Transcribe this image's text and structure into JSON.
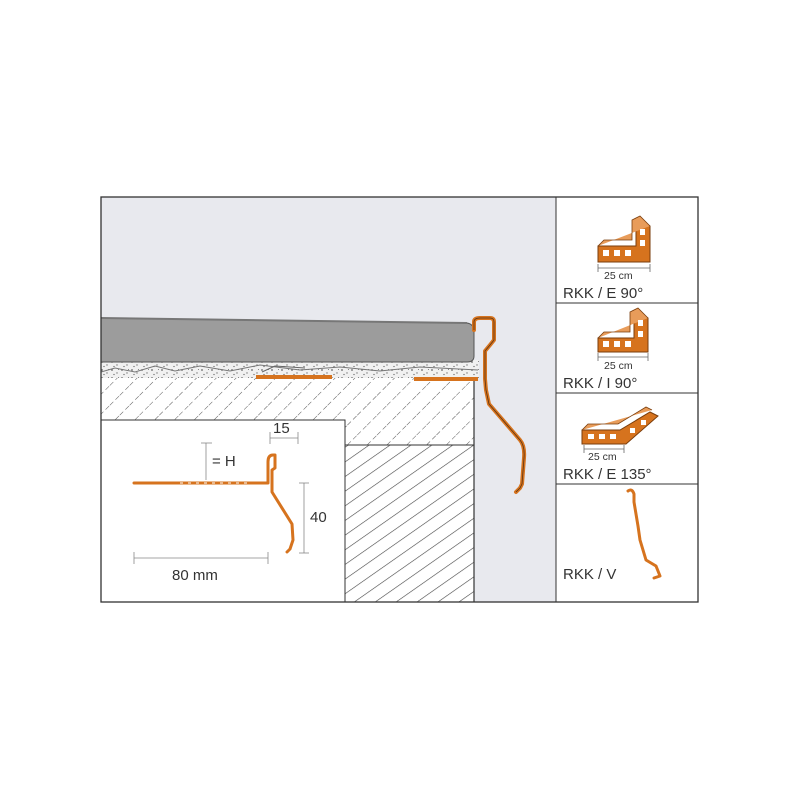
{
  "colors": {
    "background": "#e8e9ee",
    "profile_orange": "#d6731e",
    "tile": "#9c9c9c",
    "frame": "#333333"
  },
  "detail": {
    "height_label": "= H",
    "top_dim": "15",
    "side_dim": "40",
    "width_dim": "80 mm"
  },
  "corner_pieces": [
    {
      "label": "RKK / E 90°",
      "length": "25 cm"
    },
    {
      "label": "RKK / I 90°",
      "length": "25 cm"
    },
    {
      "label": "RKK / E 135°",
      "length": "25 cm"
    },
    {
      "label": "RKK / V"
    }
  ]
}
